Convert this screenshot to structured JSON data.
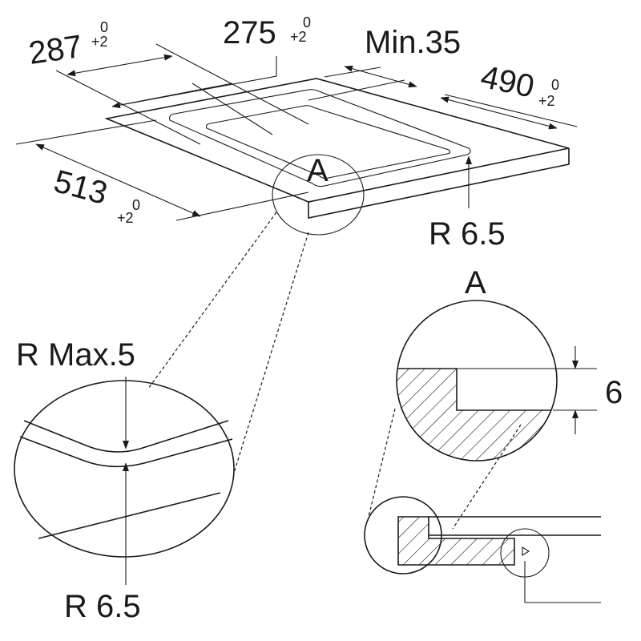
{
  "dimensions": {
    "width_287": {
      "value": "287",
      "tol_upper": "0",
      "tol_lower": "+2"
    },
    "width_275": {
      "value": "275",
      "tol_upper": "0",
      "tol_lower": "+2"
    },
    "min_35": "Min.35",
    "depth_490": {
      "value": "490",
      "tol_upper": "0",
      "tol_lower": "+2"
    },
    "depth_513": {
      "value": "513",
      "tol_upper": "0",
      "tol_lower": "+2"
    },
    "radius_main": "R 6.5",
    "radius_max": "R Max.5",
    "radius_detail": "R 6.5",
    "depth_6": "6"
  },
  "labels": {
    "detail_marker": "A",
    "detail_title": "A"
  }
}
